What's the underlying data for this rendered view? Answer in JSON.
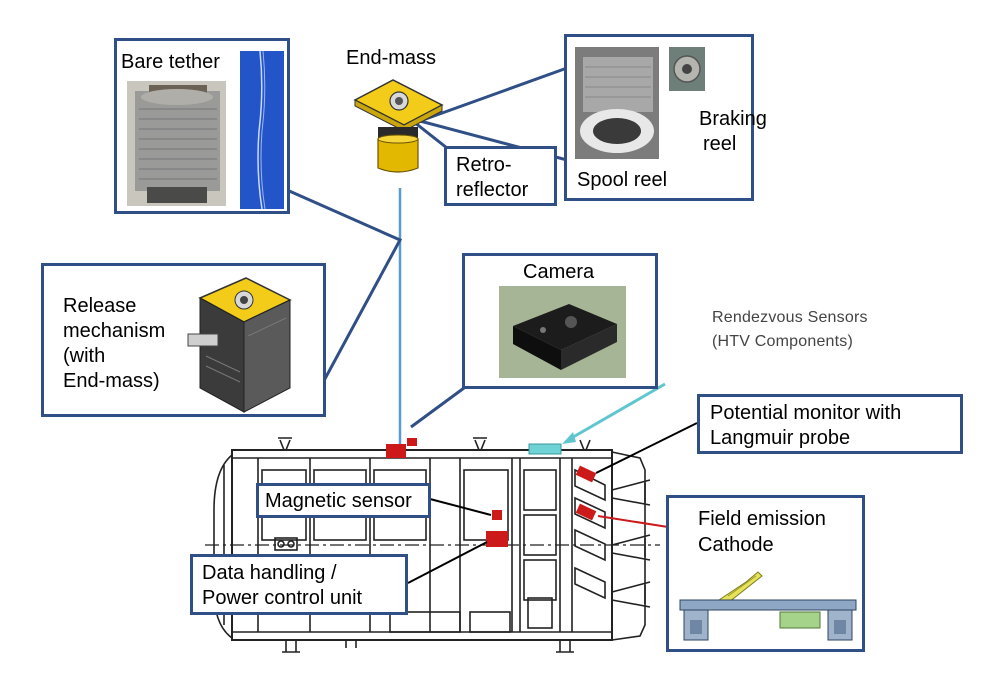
{
  "labels": {
    "bare_tether": "Bare tether",
    "end_mass": "End-mass",
    "braking_reel_1": "Braking",
    "braking_reel_2": "reel",
    "spool_reel": "Spool reel",
    "retro_1": "Retro-",
    "retro_2": "reflector",
    "camera": "Camera",
    "release_1": "Release",
    "release_2": "mechanism",
    "release_3": "(with",
    "release_4": "End-mass)",
    "rendezvous_1": "Rendezvous  Sensors",
    "rendezvous_2": "(HTV Components)",
    "potential_1": "Potential monitor with",
    "potential_2": "Langmuir probe",
    "magnetic": "Magnetic sensor",
    "field_1": "Field emission",
    "field_2": "Cathode",
    "dhu_1": "Data handling /",
    "dhu_2": "Power control unit"
  },
  "colors": {
    "box_border": "#2f4f86",
    "tether_line": "#5b9bd5",
    "component_red": "#cc1a1a",
    "sensor_cyan": "#6fd3d6",
    "end_mass_yellow": "#f2cc18",
    "tether_blue": "#2455c8"
  }
}
